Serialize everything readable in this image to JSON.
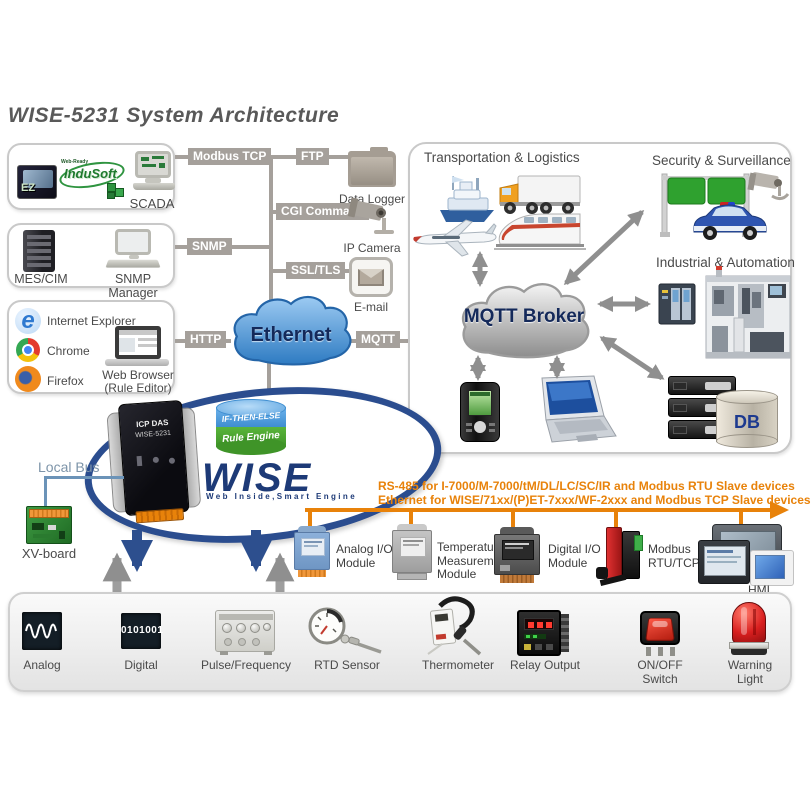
{
  "title": "WISE-5231 System Architecture",
  "colors": {
    "accent_orange": "#E8820A",
    "brand_navy": "#1D3A77",
    "ethernet_blue": "#3E86CB",
    "rule_engine_green": "#52B43A",
    "badge_gray": "#A5A09B",
    "arrow_gray": "#909090",
    "sign_green": "#2FA12F"
  },
  "scada_box": {
    "ez_label": "EZ",
    "web_ready_label": "Web-Ready",
    "indusoft_label": "InduSoft",
    "scada_label": "SCADA"
  },
  "mes_box": {
    "mes_label": "MES/CIM",
    "snmp_manager_label": "SNMP Manager"
  },
  "browser_box": {
    "ie_letter": "e",
    "ie_label": "Internet Explorer",
    "chrome_label": "Chrome",
    "firefox_label": "Firefox",
    "web_browser_label": "Web Browser",
    "rule_editor_label": "(Rule Editor)"
  },
  "protocol_labels": {
    "modbus_tcp": "Modbus TCP",
    "ftp": "FTP",
    "snmp": "SNMP",
    "cgi_command": "CGI Command",
    "ssl_tls": "SSL/TLS",
    "http": "HTTP",
    "mqtt": "MQTT"
  },
  "cloud_services": {
    "data_logger": "Data Logger",
    "ip_camera": "IP Camera",
    "email": "E-mail"
  },
  "ethernet_label": "Ethernet",
  "right_panel": {
    "transportation_label": "Transportation & Logistics",
    "security_label": "Security & Surveillance",
    "industrial_label": "Industrial & Automation",
    "mqtt_broker_label": "MQTT Broker",
    "db_label": "DB"
  },
  "wise": {
    "brand": "ICP DAS",
    "model": "WISE-5231",
    "rule_engine_line1": "IF-THEN-ELSE",
    "rule_engine_line2": "Rule Engine",
    "logo": "WISE",
    "tagline": "Web Inside,Smart Engine"
  },
  "local_bus_label": "Local Bus",
  "xv_board_label": "XV-board",
  "bus_banner": {
    "line1": "RS-485 for I-7000/M-7000/tM/DL/LC/SC/IR and Modbus RTU Slave devices",
    "line2": "Ethernet for WISE/71xx/(P)ET-7xxx/WF-2xxx and Modbus TCP Slave devices"
  },
  "modules": [
    {
      "label": "Analog I/O\nModule"
    },
    {
      "label": "Temperature\nMeasurement\nModule"
    },
    {
      "label": "Digital I/O\nModule"
    },
    {
      "label": "Modbus\nRTU/TCP"
    },
    {
      "label": "HMI"
    }
  ],
  "io_panel": {
    "digital_code": "0101001",
    "items": [
      {
        "label": "Analog"
      },
      {
        "label": "Digital"
      },
      {
        "label": "Pulse/Frequency"
      },
      {
        "label": "RTD Sensor"
      },
      {
        "label": "Thermometer"
      },
      {
        "label": "Relay Output"
      },
      {
        "label": "ON/OFF Switch"
      },
      {
        "label": "Warning Light"
      }
    ]
  }
}
